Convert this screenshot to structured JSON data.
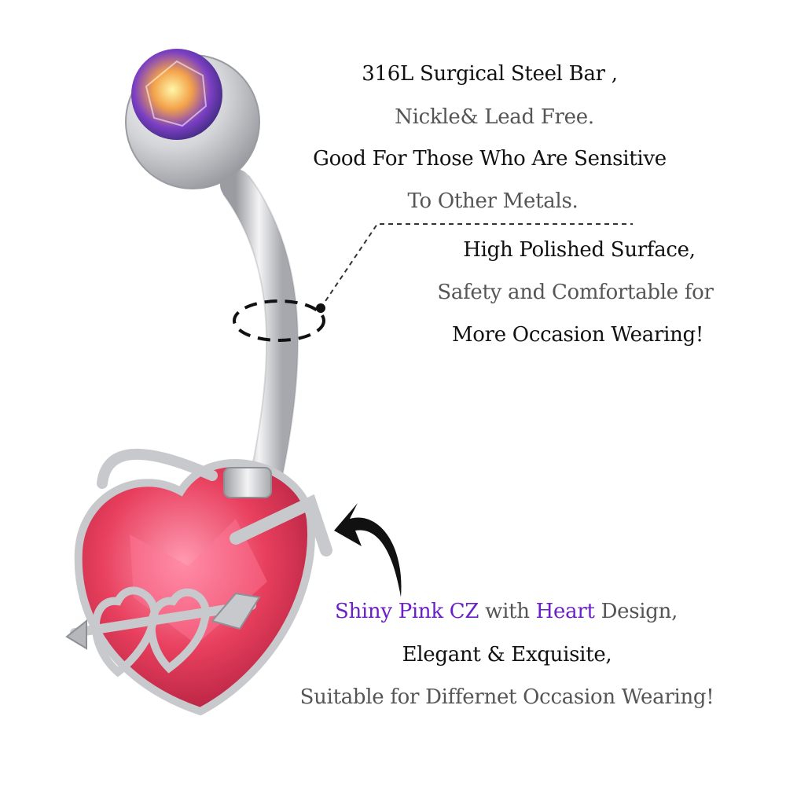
{
  "colors": {
    "background": "#ffffff",
    "dark_text": "#111111",
    "gray_text": "#555555",
    "accent_purple": "#6a1fc9",
    "gem_pink": "#e8405e",
    "steel": "#c8c9cc"
  },
  "top_text": {
    "line1": "316L Surgical Steel Bar ,",
    "line2": "Nickle& Lead Free.",
    "line3": "Good For Those Who Are Sensitive",
    "line4": "To Other Metals."
  },
  "middle_text": {
    "line1": "High Polished Surface,",
    "line2": "Safety and Comfortable for",
    "line3": "More Occasion Wearing!"
  },
  "bottom_text": {
    "line1_part1": "Shiny Pink CZ",
    "line1_part2": " with ",
    "line1_part3": "Heart",
    "line1_part4": " Design,",
    "line2": "Elegant & Exquisite,",
    "line3": "Suitable for Differnet Occasion Wearing!"
  }
}
